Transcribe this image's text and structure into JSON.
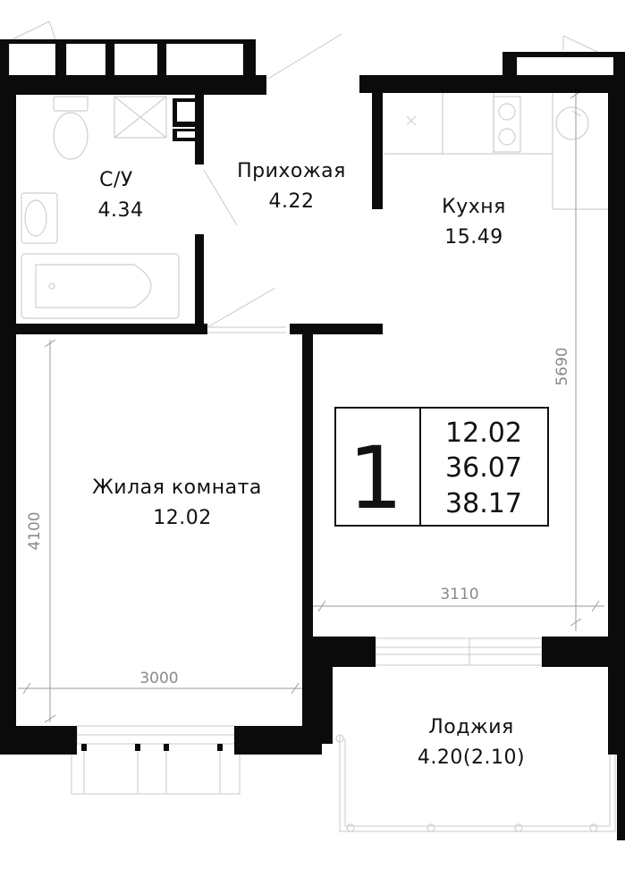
{
  "rooms": {
    "bathroom": {
      "name": "С/У",
      "area": "4.34"
    },
    "hallway": {
      "name": "Прихожая",
      "area": "4.22"
    },
    "kitchen": {
      "name": "Кухня",
      "area": "15.49"
    },
    "living": {
      "name": "Жилая комната",
      "area": "12.02"
    },
    "loggia": {
      "name": "Лоджия",
      "area": "4.20(2.10)"
    }
  },
  "dimensions": {
    "kitchen_height": "5690",
    "kitchen_width": "3110",
    "living_height": "4100",
    "living_width": "3000"
  },
  "summary": {
    "rooms_count": "1",
    "living_area": "12.02",
    "total_area": "36.07",
    "total_with_loggia": "38.17"
  }
}
